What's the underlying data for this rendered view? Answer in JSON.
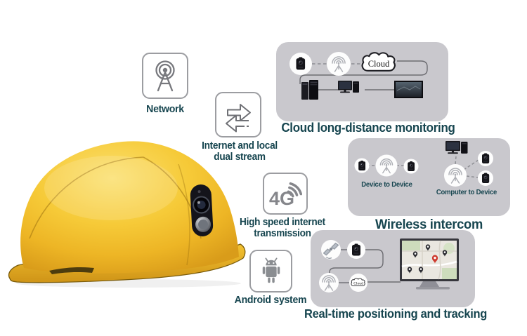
{
  "colors": {
    "accent_text": "#16454f",
    "panel_background": "#c9c8cd",
    "helmet_yellow": "#f2c12e",
    "icon_gray": "#8a8d91",
    "map_pin_red": "#ce3a2e"
  },
  "features": {
    "network": {
      "label": "Network"
    },
    "dual_stream": {
      "label": "Internet and local dual stream"
    },
    "four_g": {
      "label": "High speed internet transmission",
      "badge": "4G"
    },
    "android": {
      "label": "Android system"
    }
  },
  "panels": {
    "cloud_monitoring": {
      "caption": "Cloud long-distance monitoring",
      "cloud_label": "Cloud"
    },
    "wireless_intercom": {
      "caption": "Wireless intercom",
      "group1_label": "Device to Device",
      "group2_label": "Computer to Device"
    },
    "positioning": {
      "caption": "Real-time positioning and tracking",
      "cloud_label": "Cloud"
    }
  }
}
